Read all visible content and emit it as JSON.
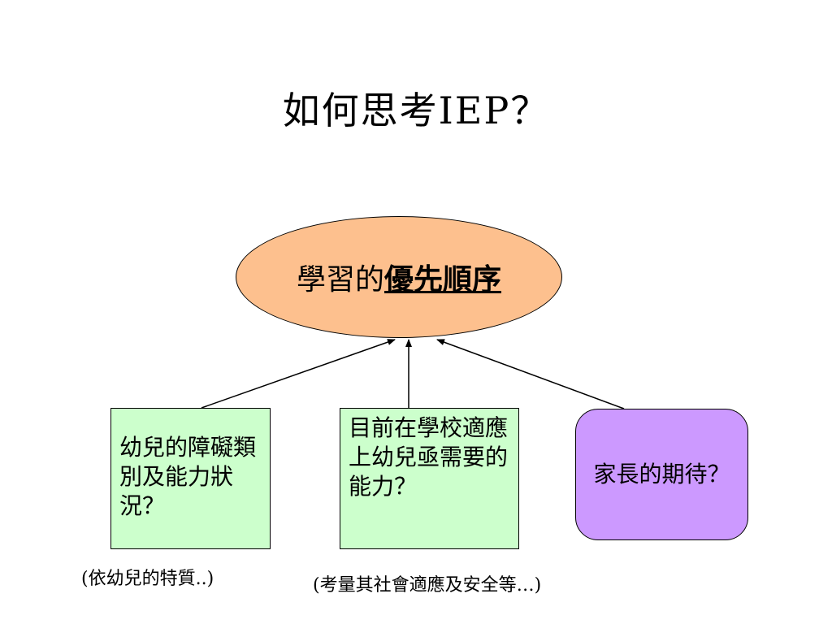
{
  "title": "如何思考IEP？",
  "center_node": {
    "text_plain": "學習的",
    "text_emphasis": "優先順序"
  },
  "nodes": [
    {
      "label": "幼兒的障礙類別及能力狀況？",
      "note": "(依幼兒的特質..)"
    },
    {
      "label": "目前在學校適應上幼兒亟需要的能力？",
      "note": "(考量其社會適應及安全等…)"
    },
    {
      "label": "家長的期待？",
      "note": ""
    }
  ],
  "colors": {
    "ellipse_fill": "#fdc08e",
    "green_box_fill": "#ccffcc",
    "purple_box_fill": "#cc99ff",
    "line": "#000000"
  }
}
